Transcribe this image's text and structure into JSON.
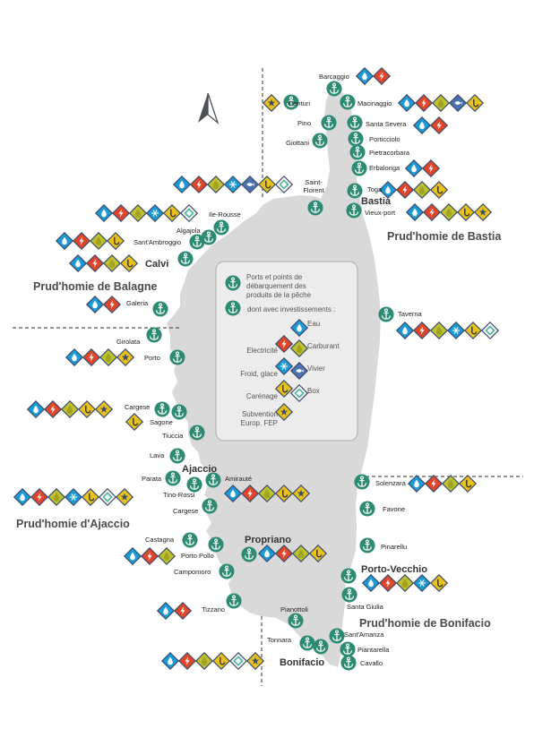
{
  "colors": {
    "island": "#d9d9d9",
    "anchor_fill": "#2d8b73",
    "diamond_border": "#3b4a68",
    "legend_box": "#ececec",
    "legend_border": "#b5b5b5",
    "divider": "#555555",
    "compass": "#4b4f57"
  },
  "investment_types": {
    "eau": {
      "label": "Eau",
      "color": "#1a9bd7",
      "icon": "water-drop-icon"
    },
    "electricite": {
      "label": "Electricité",
      "color": "#e2452a",
      "icon": "lightning-icon"
    },
    "carburant": {
      "label": "Carburant",
      "color": "#bfc22e",
      "icon": "fuel-drop-icon"
    },
    "froid": {
      "label": "Froid, glace",
      "color": "#1a9bd7",
      "icon": "snowflake-icon"
    },
    "vivier": {
      "label": "Vivier",
      "color": "#4a72b0",
      "icon": "fish-icon"
    },
    "carenage": {
      "label": "Carénage",
      "color": "#e8c11d",
      "icon": "hoist-hook-icon"
    },
    "box": {
      "label": "Box",
      "color": "#4ab49a",
      "icon": "box-icon"
    },
    "fep": {
      "label": "Subvention\nEurop. FEP",
      "color": "#e8c11d",
      "icon": "star-icon"
    }
  },
  "legend": {
    "ports_label": "Ports et points de\ndébarquement des\nproduits de la pêche",
    "investments_label": "dont avec investissements :"
  },
  "regions": [
    {
      "name": "Prud'homie de Bastia"
    },
    {
      "name": "Prud'homie de Balagne"
    },
    {
      "name": "Prud'homie d'Ajaccio"
    },
    {
      "name": "Prud'homie de Bonifacio"
    }
  ],
  "cities": [
    "Bastia",
    "Calvi",
    "Ajaccio",
    "Propriano",
    "Porto-Vecchio",
    "Bonifacio"
  ],
  "ports": [
    {
      "name": "Barcaggio",
      "investments": [
        "eau",
        "electricite"
      ]
    },
    {
      "name": "Centuri",
      "investments": [
        "fep"
      ]
    },
    {
      "name": "Macinaggio",
      "investments": [
        "eau",
        "electricite",
        "carburant",
        "vivier",
        "carenage"
      ]
    },
    {
      "name": "Pino",
      "investments": []
    },
    {
      "name": "Santa Severa",
      "investments": [
        "eau",
        "electricite"
      ]
    },
    {
      "name": "Giottani",
      "investments": []
    },
    {
      "name": "Porticciolo",
      "investments": []
    },
    {
      "name": "Pietracorbara",
      "investments": []
    },
    {
      "name": "Erbalonga",
      "investments": [
        "eau",
        "electricite"
      ]
    },
    {
      "name": "Saint-Florent",
      "investments": [
        "eau",
        "electricite",
        "carburant",
        "froid",
        "vivier",
        "carenage",
        "box"
      ]
    },
    {
      "name": "Toga",
      "investments": [
        "eau",
        "electricite",
        "carburant",
        "carenage"
      ]
    },
    {
      "name": "Vieux-port",
      "investments": [
        "eau",
        "electricite",
        "carburant",
        "carenage",
        "fep"
      ]
    },
    {
      "name": "Ile-Rousse",
      "investments": [
        "eau",
        "electricite",
        "carburant",
        "froid",
        "carenage",
        "box"
      ]
    },
    {
      "name": "Algajola",
      "investments": []
    },
    {
      "name": "Sant'Ambroggio",
      "investments": [
        "eau",
        "electricite",
        "carburant",
        "carenage"
      ]
    },
    {
      "name": "Calvi",
      "investments": [
        "eau",
        "electricite",
        "carburant",
        "carenage"
      ]
    },
    {
      "name": "Galeria",
      "investments": [
        "eau",
        "electricite"
      ]
    },
    {
      "name": "Taverna",
      "investments": [
        "eau",
        "electricite",
        "carburant",
        "froid",
        "carenage",
        "box"
      ]
    },
    {
      "name": "Girolata",
      "investments": []
    },
    {
      "name": "Porto",
      "investments": [
        "eau",
        "electricite",
        "carburant",
        "fep"
      ]
    },
    {
      "name": "Cargese",
      "investments": [
        "eau",
        "electricite",
        "carburant",
        "carenage",
        "fep"
      ]
    },
    {
      "name": "Sagone",
      "investments": [
        "carenage"
      ]
    },
    {
      "name": "Tiuccia",
      "investments": []
    },
    {
      "name": "Lava",
      "investments": []
    },
    {
      "name": "Parata",
      "investments": []
    },
    {
      "name": "Amirauté",
      "investments": [
        "eau",
        "electricite",
        "carburant",
        "carenage",
        "fep"
      ]
    },
    {
      "name": "Tino-Rossi",
      "investments": [
        "eau",
        "electricite",
        "carburant",
        "froid",
        "carenage",
        "box",
        "fep"
      ]
    },
    {
      "name": "Cargese",
      "investments": []
    },
    {
      "name": "Solenzara",
      "investments": [
        "eau",
        "electricite",
        "carburant",
        "carenage"
      ]
    },
    {
      "name": "Favone",
      "investments": []
    },
    {
      "name": "Castagna",
      "investments": []
    },
    {
      "name": "Porto Pollo",
      "investments": [
        "eau",
        "electricite",
        "carburant"
      ]
    },
    {
      "name": "Propriano",
      "investments": [
        "eau",
        "electricite",
        "carburant",
        "carenage"
      ]
    },
    {
      "name": "Pinarellu",
      "investments": []
    },
    {
      "name": "Campomoro",
      "investments": []
    },
    {
      "name": "Porto-Vecchio",
      "investments": [
        "eau",
        "electricite",
        "carburant",
        "froid",
        "carenage"
      ]
    },
    {
      "name": "Tizzano",
      "investments": [
        "eau",
        "electricite"
      ]
    },
    {
      "name": "Santa Giulia",
      "investments": []
    },
    {
      "name": "Pianottoli",
      "investments": []
    },
    {
      "name": "Sant'Amanza",
      "investments": []
    },
    {
      "name": "Tonnara",
      "investments": []
    },
    {
      "name": "Piantarella",
      "investments": []
    },
    {
      "name": "Bonifacio",
      "investments": [
        "eau",
        "electricite",
        "carburant",
        "carenage",
        "box",
        "fep"
      ]
    },
    {
      "name": "Cavallo",
      "investments": []
    }
  ]
}
